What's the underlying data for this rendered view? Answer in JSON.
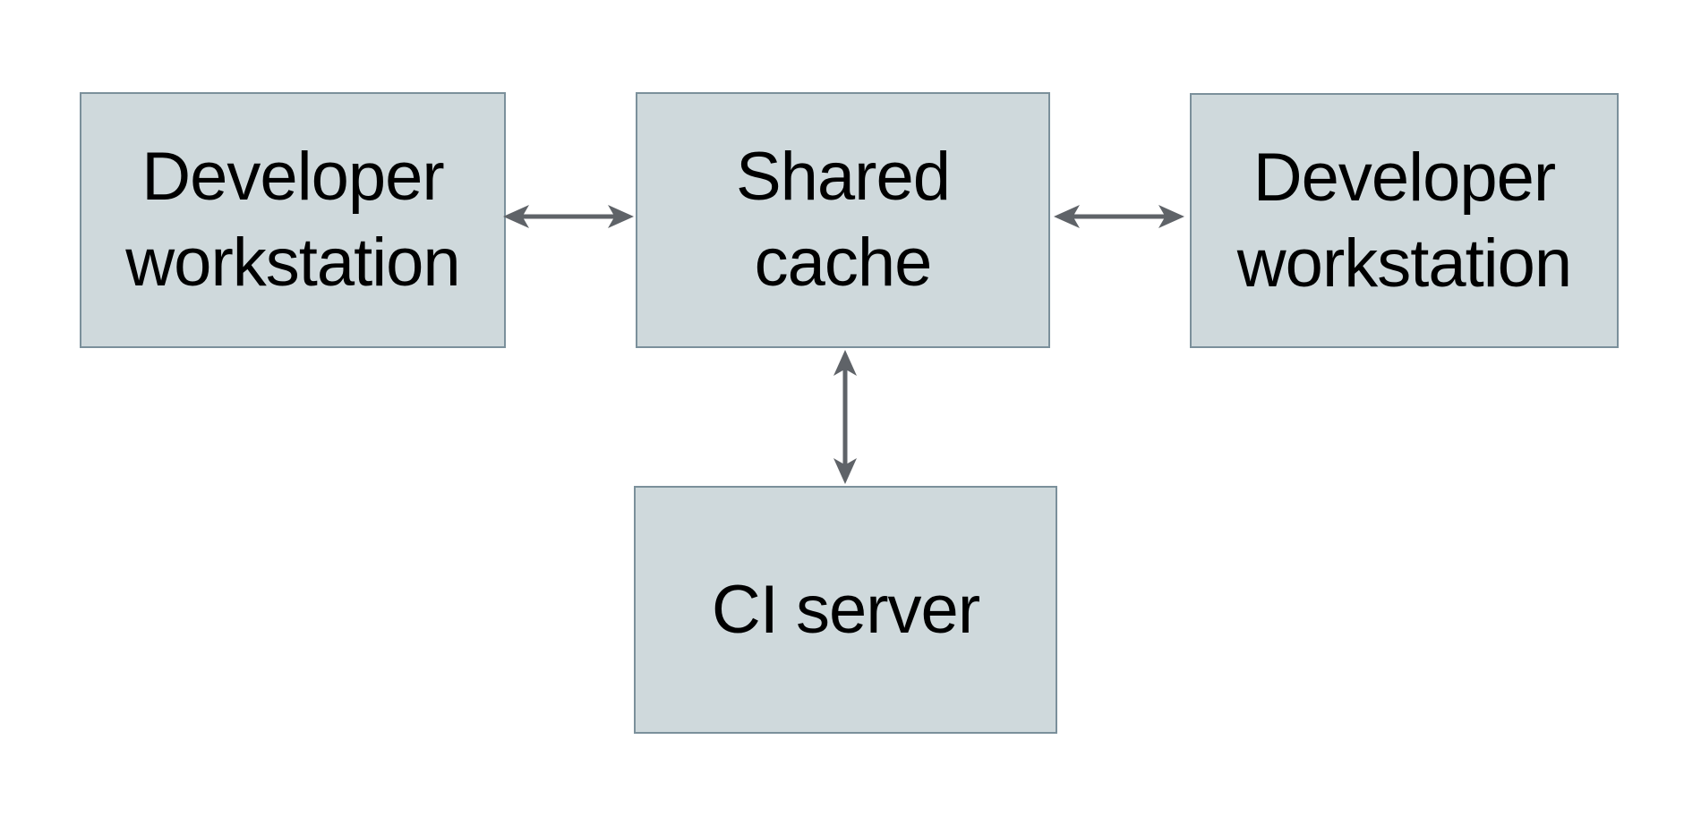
{
  "diagram": {
    "type": "architecture-diagram",
    "background_color": "#ffffff",
    "colors": {
      "node_fill": "#cfd9dc",
      "node_border": "#7b909b",
      "arrow": "#5f6368",
      "text": "#000000"
    },
    "nodes": [
      {
        "id": "developer-workstation-left",
        "label": "Developer workstation"
      },
      {
        "id": "shared-cache",
        "label": "Shared cache"
      },
      {
        "id": "developer-workstation-right",
        "label": "Developer workstation"
      },
      {
        "id": "ci-server",
        "label": "CI server"
      }
    ],
    "edges": [
      {
        "from": "developer-workstation-left",
        "to": "shared-cache",
        "direction": "bidirectional"
      },
      {
        "from": "shared-cache",
        "to": "developer-workstation-right",
        "direction": "bidirectional"
      },
      {
        "from": "shared-cache",
        "to": "ci-server",
        "direction": "bidirectional"
      }
    ]
  }
}
